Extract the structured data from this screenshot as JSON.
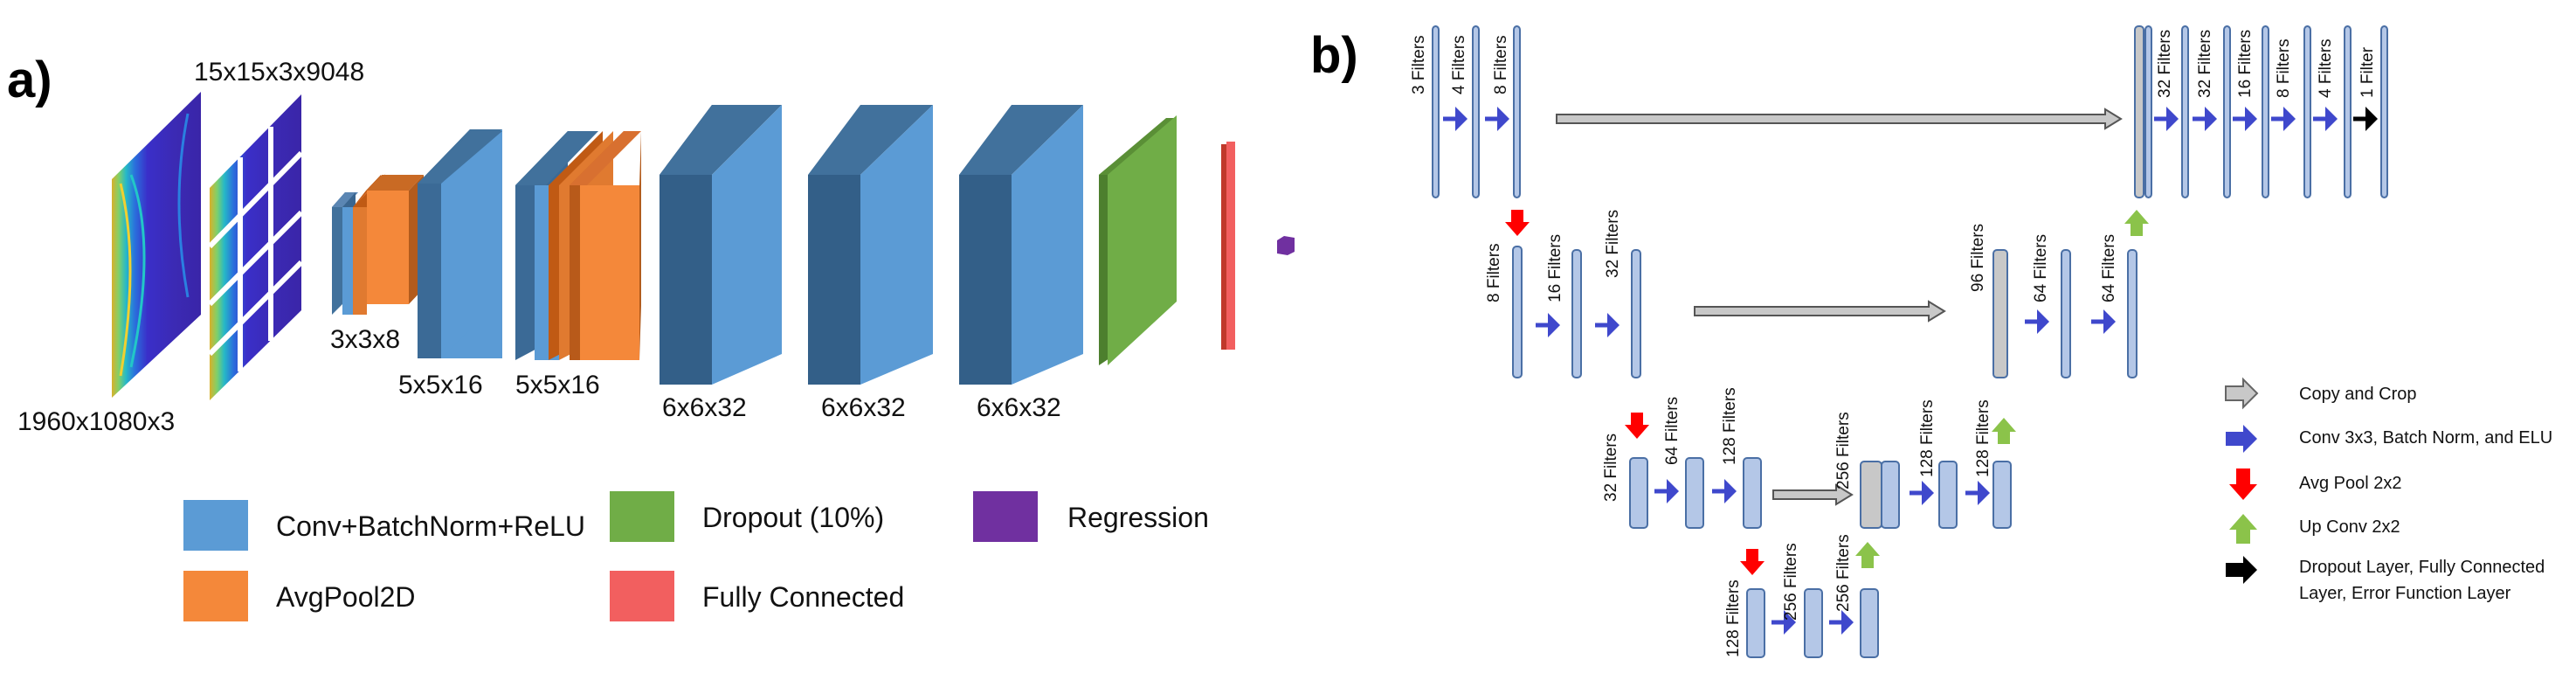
{
  "panel_a": {
    "label": "a)",
    "dims": {
      "input": "1960x1080x3",
      "patches": "15x15x3x9048",
      "pool1": "3x3x8",
      "conv2": "5x5x16",
      "conv3": "5x5x16",
      "conv4": "6x6x32",
      "conv5": "6x6x32",
      "conv6": "6x6x32"
    },
    "legend": {
      "conv": "Conv+BatchNorm+ReLU",
      "avgpool": "AvgPool2D",
      "dropout": "Dropout (10%)",
      "fc": "Fully Connected",
      "regression": "Regression"
    },
    "colors": {
      "conv": "#5b9bd5",
      "avgpool": "#f4883a",
      "dropout": "#70ad47",
      "fc": "#f25f5f",
      "regression": "#7030a0"
    }
  },
  "panel_b": {
    "label": "b)",
    "filters": {
      "f3": "3 Filters",
      "f4": "4 Filters",
      "f8": "8 Filters",
      "f16": "16 Filters",
      "f32": "32 Filters",
      "f64": "64 Filters",
      "f96": "96 Filters",
      "f128": "128 Filters",
      "f256": "256 Filters",
      "f1": "1 Filter"
    },
    "legend": {
      "copy": "Copy and Crop",
      "conv": "Conv 3x3, Batch Norm, and ELU",
      "pool": "Avg Pool 2x2",
      "up": "Up Conv 2x2",
      "dropout": "Dropout Layer, Fully Connected Layer, Error Function Layer"
    },
    "colors": {
      "conv_arrow": "#3f48cc",
      "pool_arrow": "#ff0000",
      "up_arrow": "#8bc34a",
      "copy_arrow": "#c8c8c8",
      "final_arrow": "#000000",
      "layer_fill": "#b4c7e7"
    }
  }
}
